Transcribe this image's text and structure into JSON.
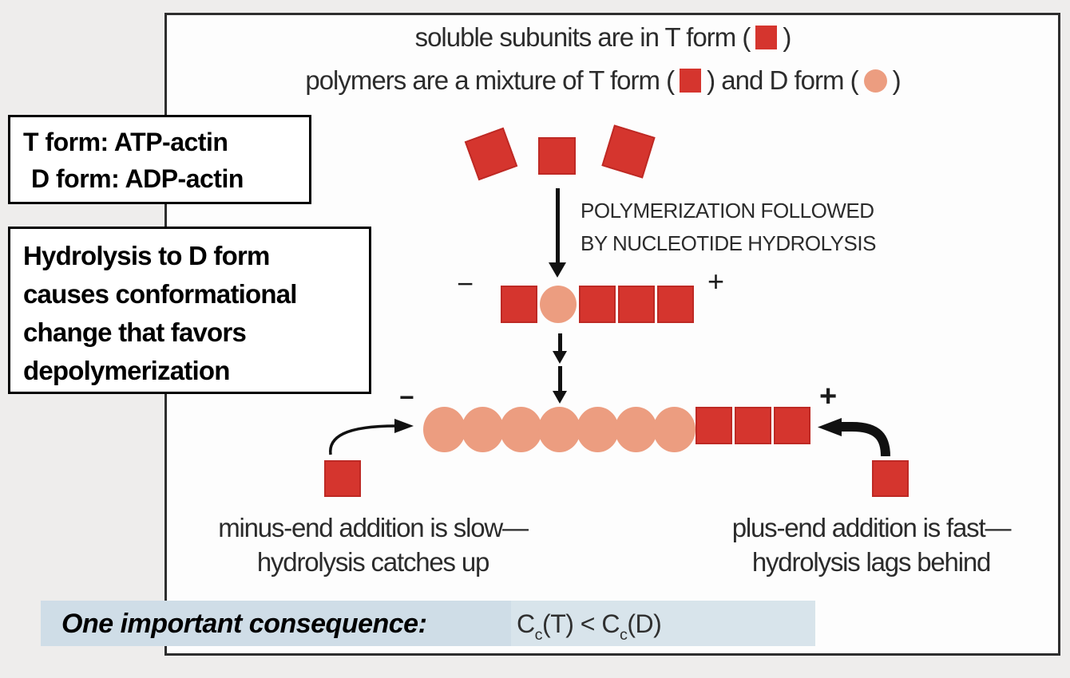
{
  "legend": {
    "line1": {
      "pre": "soluble subunits are in T form (",
      "post": ")"
    },
    "line2": {
      "pre": "polymers are a mixture of T form (",
      "mid": ") and D form (",
      "post": ")"
    }
  },
  "notes": {
    "forms": {
      "line1": "T form: ATP-actin",
      "line2": "D form: ADP-actin"
    },
    "hydrolysis": {
      "lines": [
        "Hydrolysis to D form",
        "causes conformational",
        "change that favors",
        "depolymerization"
      ]
    }
  },
  "process": {
    "line1": "POLYMERIZATION FOLLOWED",
    "line2": "BY NUCLEOTIDE HYDROLYSIS"
  },
  "signs": {
    "minus": "−",
    "plus": "+"
  },
  "filaments": {
    "intermediate": {
      "t_left": 1,
      "d_mid": 1,
      "t_right": 3
    },
    "mature": {
      "d_count": 7,
      "t_count": 3
    },
    "free_subunits": 3
  },
  "captions": {
    "minus_end": {
      "line1": "minus-end addition is slow—",
      "line2": "hydrolysis catches up"
    },
    "plus_end": {
      "line1": "plus-end addition is fast—",
      "line2": "hydrolysis lags behind"
    }
  },
  "consequence": {
    "label": "One important consequence:",
    "formula": {
      "c1": "C",
      "sub1": "c",
      "mid": "(T) < C",
      "sub2": "c",
      "end": "(D)"
    }
  },
  "colors": {
    "t_form_red": "#d5352e",
    "d_form_pink": "#ec9d80",
    "highlight_blue": "#cfdde7"
  }
}
